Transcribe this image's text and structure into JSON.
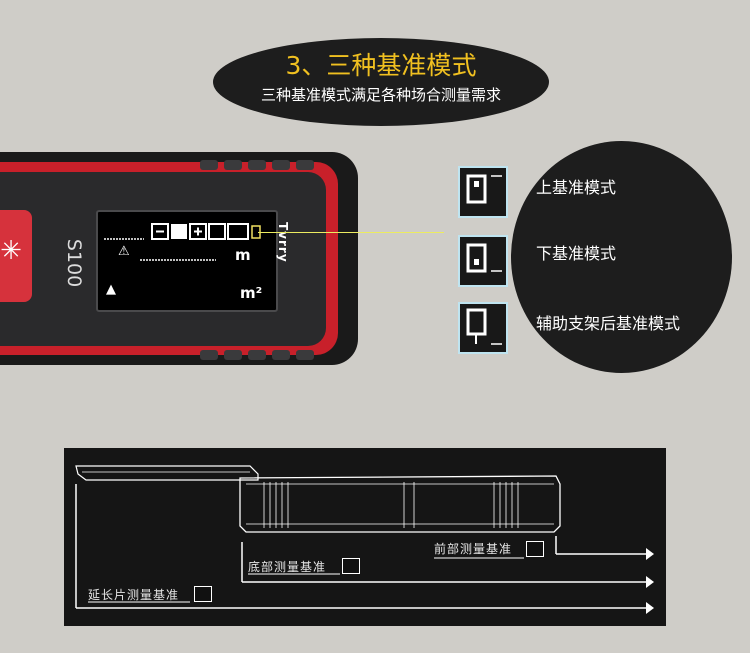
{
  "banner": {
    "title": "3、三种基准模式",
    "subtitle": "三种基准模式满足各种场合测量需求"
  },
  "device": {
    "model": "S100",
    "screen_brand": "Tvrry",
    "unit_m": "m",
    "unit_m2": "m²"
  },
  "modes": [
    {
      "label": "上基准模式",
      "icon": "top-reference-icon"
    },
    {
      "label": "下基准模式",
      "icon": "bottom-reference-icon"
    },
    {
      "label": "辅助支架后基准模式",
      "icon": "bracket-reference-icon"
    }
  ],
  "diagram": {
    "front": "前部测量基准",
    "bottom": "底部测量基准",
    "extension": "延长片测量基准"
  },
  "colors": {
    "title": "#f0c020",
    "device_red": "#c8202a",
    "icon_border": "#bfe4f0",
    "connector": "#ecec60"
  }
}
